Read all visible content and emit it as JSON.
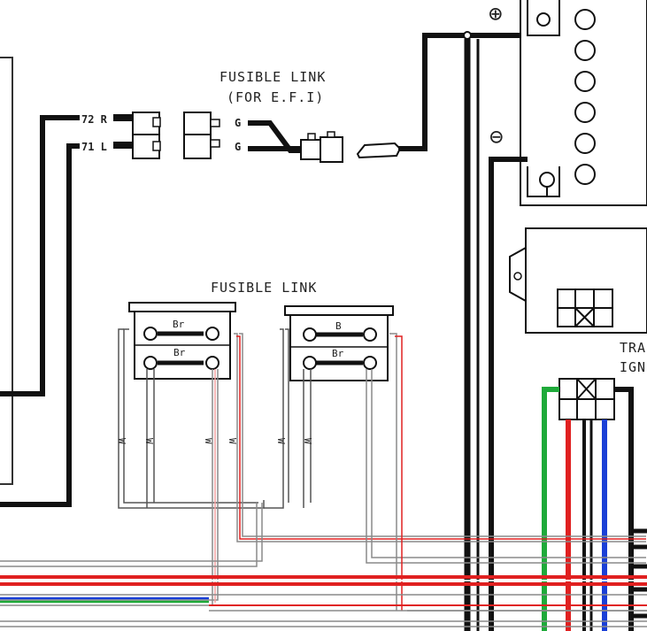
{
  "diagram": {
    "top_link": {
      "title_line1": "FUSIBLE LINK",
      "title_line2": "(FOR E.F.I)",
      "wire_left_top": "72 R",
      "wire_left_bottom": "71 L",
      "wire_right_top": "G",
      "wire_right_bottom": "G"
    },
    "lower_link": {
      "title": "FUSIBLE LINK",
      "left_block_top": "Br",
      "left_block_bottom": "Br",
      "right_block_top": "B",
      "right_block_bottom": "Br",
      "wire_labels": [
        "W",
        "W",
        "W",
        "W",
        "W",
        "W"
      ]
    },
    "battery": {
      "positive": "⊕",
      "negative": "⊖"
    },
    "right_edge_labels": [
      "TRA",
      "IGNI"
    ],
    "colors": {
      "wire_black": "#111111",
      "wire_red": "#e02020",
      "wire_green": "#1faa3a",
      "wire_blue": "#1a3fd6",
      "wire_gray": "#8a8a8a"
    }
  }
}
